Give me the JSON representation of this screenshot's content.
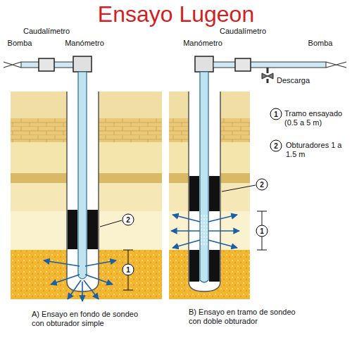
{
  "diagram": {
    "title": "Ensayo Lugeon",
    "labels": [
      "Bomba",
      "Caudalímetro",
      "Manómetro",
      "Manómetro",
      "Caudalímetro",
      "Bomba",
      "Descarga",
      "1",
      "Tramo ensayado (0.5 a 5 m)",
      "2",
      "Obturadores 1 a 1.5 m",
      "2",
      "1",
      "2",
      "1",
      "A) Ensayo en fondo de sondeo con obturador simple",
      "B) Ensayo en tramo de sondeo con doble obturador"
    ]
  }
}
